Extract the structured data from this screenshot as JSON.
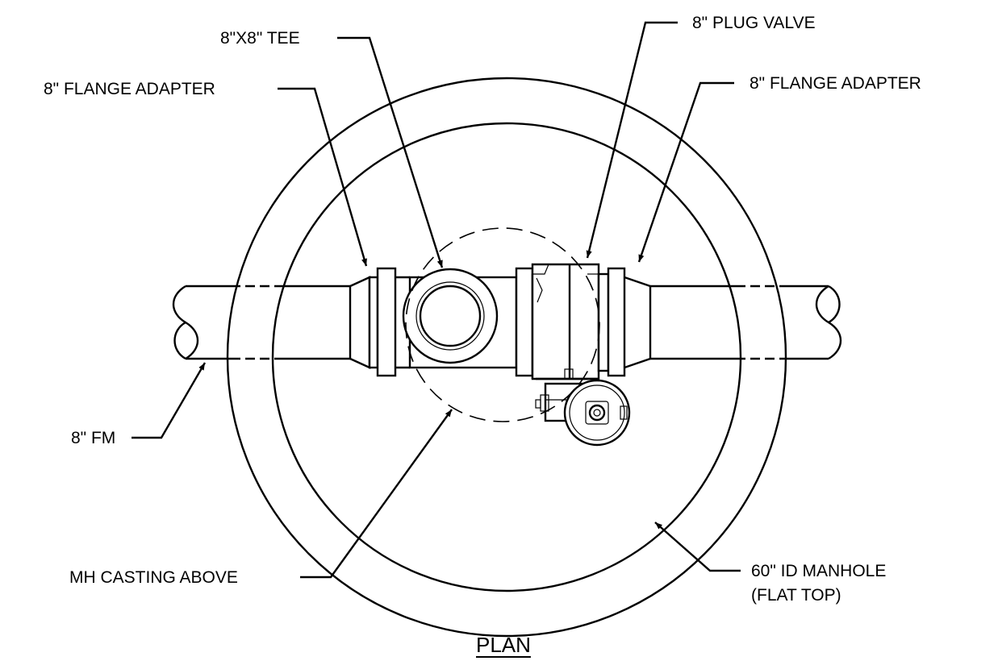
{
  "drawing": {
    "title": "PLAN",
    "stroke_color": "#000000",
    "background_color": "#ffffff"
  },
  "callouts": {
    "tee": "8\"X8\" TEE",
    "plug_valve": "8\" PLUG VALVE",
    "flange_adapter_left": "8\" FLANGE ADAPTER",
    "flange_adapter_right": "8\" FLANGE ADAPTER",
    "force_main": "8\" FM",
    "mh_casting": "MH CASTING ABOVE",
    "manhole_line1": "60\" ID MANHOLE",
    "manhole_line2": "(FLAT TOP)"
  }
}
